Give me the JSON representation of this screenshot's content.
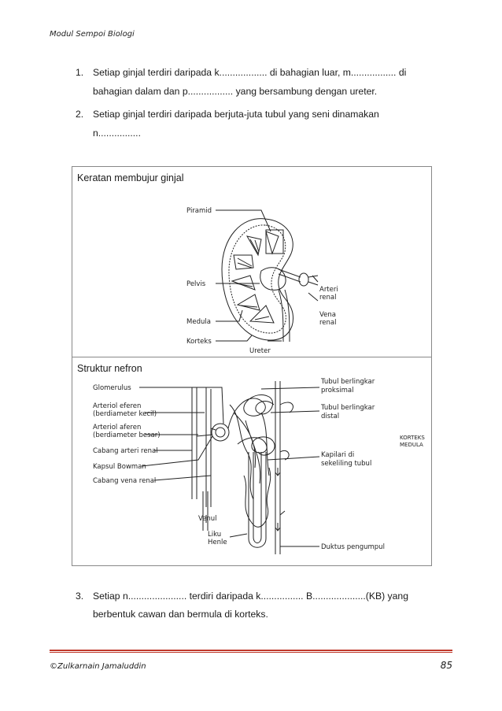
{
  "header": {
    "title": "Modul Sempoi Biologi"
  },
  "questions": [
    {
      "num": "1.",
      "line1": "Setiap ginjal terdiri daripada k.................. di bahagian luar, m................. di",
      "line2": "bahagian dalam dan p................. yang bersambung dengan ureter."
    },
    {
      "num": "2.",
      "line1": "Setiap ginjal terdiri daripada berjuta-juta tubul yang seni dinamakan",
      "line2": "n................"
    },
    {
      "num": "3.",
      "line1": "Setiap n...................... terdiri daripada k................ B....................(KB) yang",
      "line2": "berbentuk cawan dan bermula di korteks."
    }
  ],
  "kidney_box": {
    "caption": "Keratan membujur ginjal",
    "labels": {
      "piramid": "Piramid",
      "pelvis": "Pelvis",
      "medula": "Medula",
      "korteks": "Korteks",
      "ureter": "Ureter",
      "arteri": "Arteri",
      "renal_a": "renal",
      "vena": "Vena",
      "renal_v": "renal"
    }
  },
  "nephron_box": {
    "caption": "Struktur nefron",
    "labels": {
      "glomerulus": "Glomerulus",
      "arteriol_eferen": "Arteriol eferen",
      "eferen_note": "(berdiameter kecil)",
      "arteriol_aferen": "Arteriol aferen",
      "aferen_note": "(berdiameter besar)",
      "cabang_arteri": "Cabang arteri renal",
      "kapsul": "Kapsul Bowman",
      "cabang_vena": "Cabang vena renal",
      "venul": "Venul",
      "liku": "Liku",
      "henle": "Henle",
      "tubul_prok1": "Tubul berlingkar",
      "tubul_prok2": "proksimal",
      "tubul_dist1": "Tubul berlingkar",
      "tubul_dist2": "distal",
      "korteks": "KORTEKS",
      "medula": "MEDULA",
      "kapilari1": "Kapilari di",
      "kapilari2": "sekeliling tubul",
      "duktus": "Duktus pengumpul"
    }
  },
  "footer": {
    "author": "©Zulkarnain Jamaluddin",
    "page": "85"
  }
}
